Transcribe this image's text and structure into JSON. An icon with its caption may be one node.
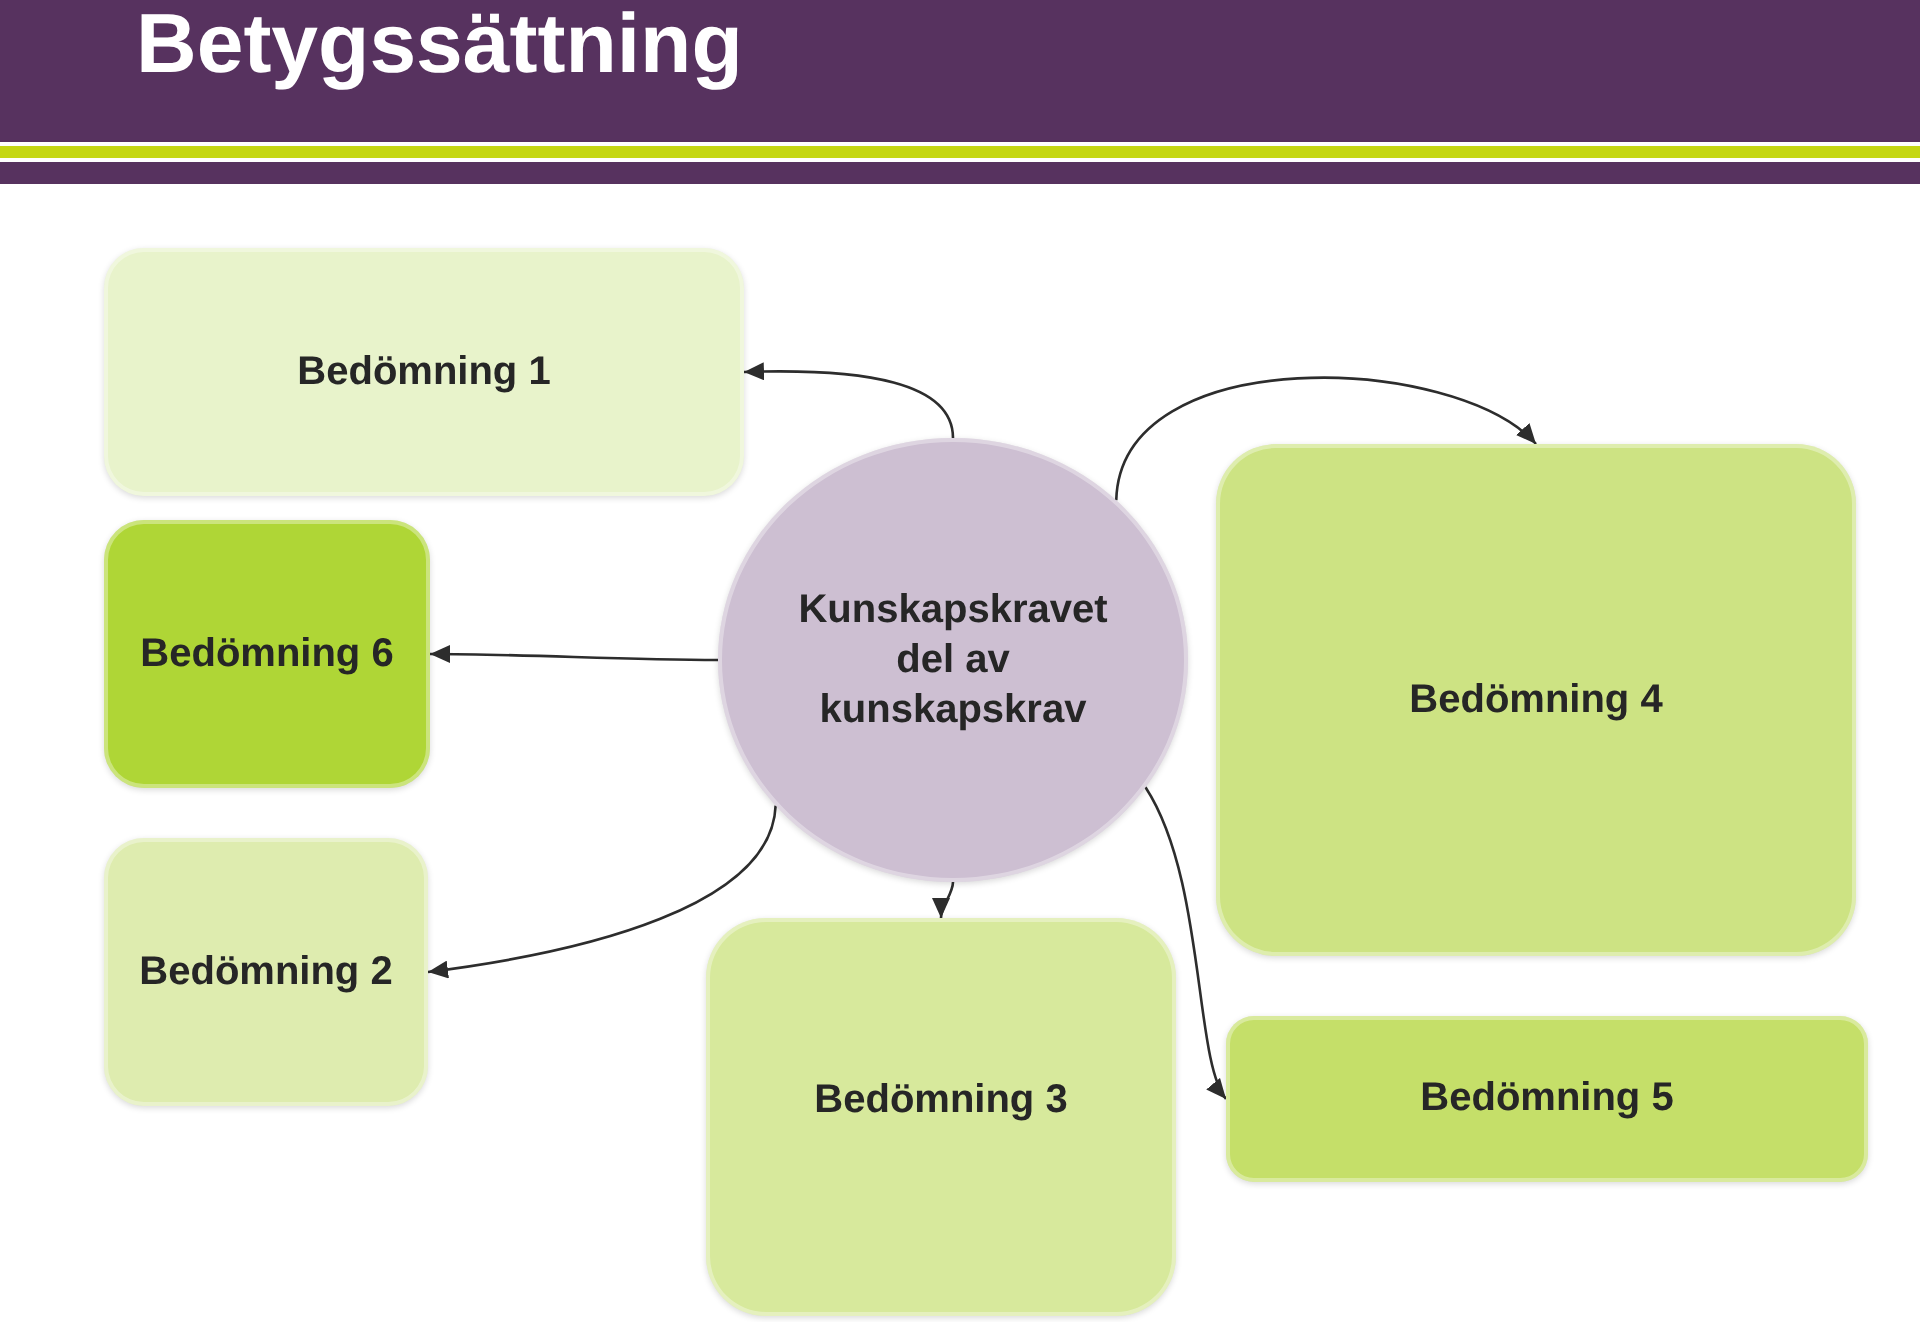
{
  "diagram": {
    "title": "Betygssättning",
    "nodes": [
      {
        "text": [
          "Bedömning 1"
        ]
      },
      {
        "text": [
          "Bedömning 6"
        ]
      },
      {
        "text": [
          "Kunskapskravet del av kunskapskrav"
        ]
      },
      {
        "text": [
          "Bedömning 4"
        ]
      },
      {
        "text": [
          "Bedömning 2"
        ]
      },
      {
        "text": [
          "Bedömning 3"
        ]
      },
      {
        "text": [
          "Bedömning 5"
        ]
      }
    ],
    "edges": [
      {
        "from": 2,
        "to": 0,
        "arrow": "to"
      },
      {
        "from": 2,
        "to": 3,
        "arrow": "to"
      },
      {
        "from": 2,
        "to": 1,
        "arrow": "to"
      },
      {
        "from": 2,
        "to": 4,
        "arrow": "to"
      },
      {
        "from": 2,
        "to": 5,
        "arrow": "to"
      },
      {
        "from": 2,
        "to": 6,
        "arrow": "to"
      }
    ]
  }
}
